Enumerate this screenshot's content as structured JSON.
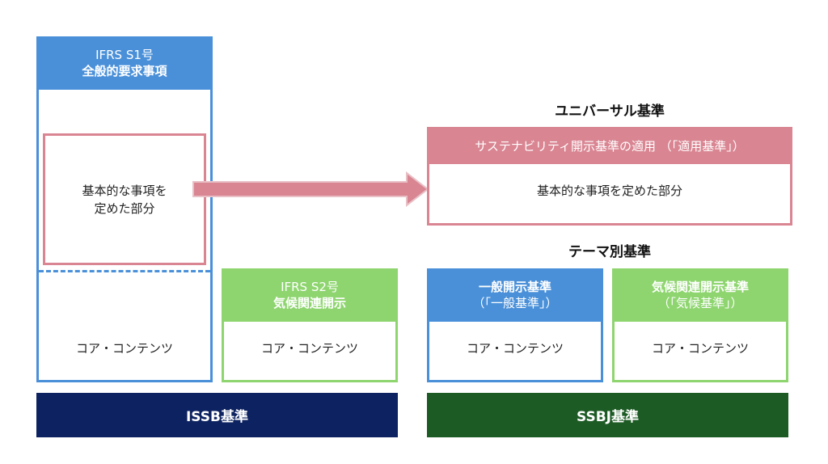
{
  "left": {
    "ifrs_s1_line1": "IFRS S1号",
    "ifrs_s1_line2": "全般的要求事項",
    "basic_line1": "基本的な事項を",
    "basic_line2": "定めた部分",
    "core_s1": "コア・コンテンツ",
    "ifrs_s2_line1": "IFRS S2号",
    "ifrs_s2_line2": "気候関連開示",
    "core_s2": "コア・コンテンツ",
    "footer": "ISSB基準"
  },
  "right": {
    "universal_title": "ユニバーサル基準",
    "universal_header": "サステナビリティ開示基準の適用 （「適用基準」）",
    "universal_body": "基本的な事項を定めた部分",
    "theme_title": "テーマ別基準",
    "general_line1": "一般開示基準",
    "general_line2": "（「一般基準」）",
    "core_general": "コア・コンテンツ",
    "climate_line1": "気候関連開示基準",
    "climate_line2": "（「気候基準」）",
    "core_climate": "コア・コンテンツ",
    "footer": "SSBJ基準"
  },
  "colors": {
    "blue": "#4a90d9",
    "green": "#8ed56f",
    "pink": "#d98592",
    "navy": "#0d2260",
    "dark_green": "#1d5b25"
  }
}
